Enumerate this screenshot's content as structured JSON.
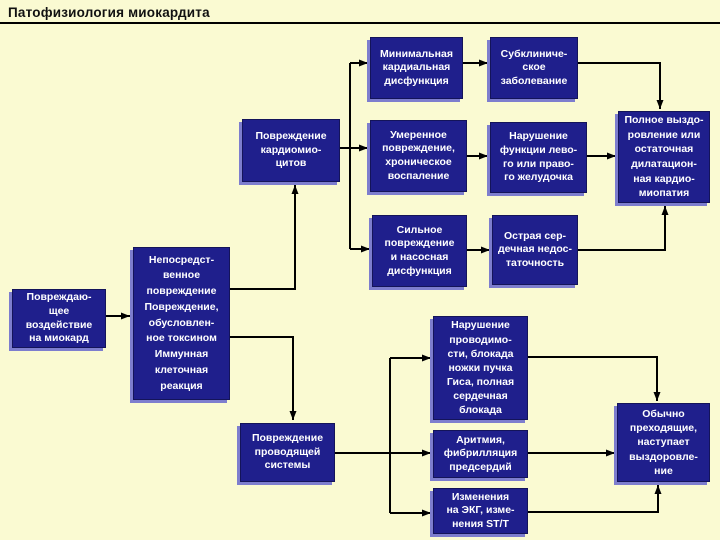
{
  "title": "Патофизиология миокардита",
  "colors": {
    "background": "#FAFAD2",
    "box_fill": "#1F1F8C",
    "box_border": "#14145A",
    "box_shadow": "#7D7DCE",
    "box_text": "#FFFFFF",
    "connector": "#000000",
    "title_text": "#111111"
  },
  "boxes": [
    {
      "id": "damaging-effect",
      "text": "Повреждаю-\nщее\nвоздействие\nна миокард"
    },
    {
      "id": "direct-damage",
      "text": "Непосредст-\nвенное\nповреждение\nПовреждение,\nобусловлен-\nное токсином\nИммунная\nклеточная\nреакция"
    },
    {
      "id": "cardiomyocyte-damage",
      "text": "Повреждение\nкардиомио-\nцитов"
    },
    {
      "id": "minimal-dysfunction",
      "text": "Минимальная\nкардиальная\nдисфункция"
    },
    {
      "id": "subclinical-disease",
      "text": "Субклиниче-\nское\nзаболевание"
    },
    {
      "id": "moderate-damage",
      "text": "Умеренное\nповреждение,\nхроническое\nвоспаление"
    },
    {
      "id": "ventricular-dysfunction",
      "text": "Нарушение\nфункции лево-\nго или право-\nго желудочка"
    },
    {
      "id": "full-recovery-or-dcm",
      "text": "Полное выздо-\nровление или\nостаточная\nдилатацион-\nная кардио-\nмиопатия"
    },
    {
      "id": "severe-damage",
      "text": "Сильное\nповреждение\nи насосная\nдисфункция"
    },
    {
      "id": "acute-heart-failure",
      "text": "Острая сер-\nдечная недос-\nтаточность"
    },
    {
      "id": "conduction-system-damage",
      "text": "Повреждение\nпроводящей\nсистемы"
    },
    {
      "id": "conduction-block",
      "text": "Нарушение\nпроводимо-\nсти, блокада\nножки пучка\nГиса, полная\nсердечная\nблокада"
    },
    {
      "id": "arrhythmia",
      "text": "Аритмия,\nфибрилляция\nпредсердий"
    },
    {
      "id": "ecg-changes",
      "text": "Изменения\nна ЭКГ, изме-\nнения ST/T"
    },
    {
      "id": "transient-recovery",
      "text": "Обычно\nпреходящие,\nнаступает\nвыздоровле-\nние"
    }
  ]
}
